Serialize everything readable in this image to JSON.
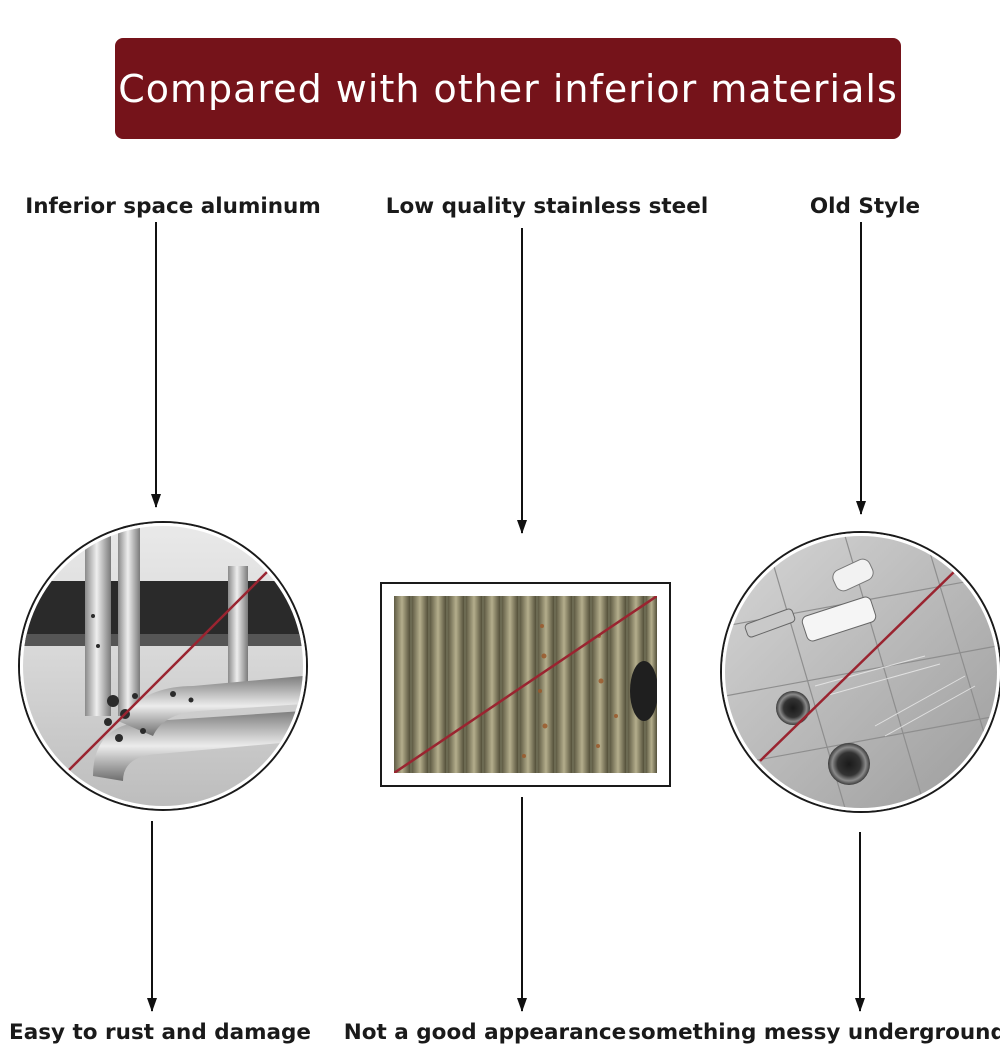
{
  "banner": {
    "title": "Compared with other inferior materials",
    "color": "#75131a"
  },
  "columns": [
    {
      "top_label": "Inferior space aluminum",
      "bottom_label": "Easy  to rust and damage",
      "image": "rusty-aluminum-tubes-photo"
    },
    {
      "top_label": "Low quality stainless steel",
      "bottom_label": "Not a good appearance",
      "image": "corroded-steel-bars-photo"
    },
    {
      "top_label": "Old Style",
      "bottom_label": "something messy underground",
      "image": "cluttered-tile-floor-photo"
    }
  ],
  "colors": {
    "strike_line": "#9a2430",
    "arrow": "#111111",
    "text": "#1a1a1a"
  }
}
